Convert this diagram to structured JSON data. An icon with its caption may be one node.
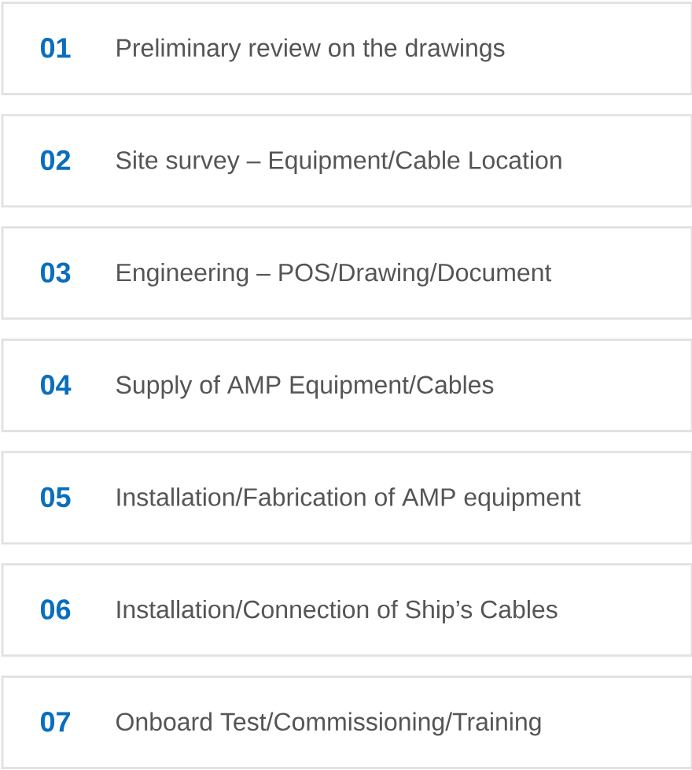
{
  "diagram": {
    "nodes": [
      {
        "text": [
          "01",
          "Preliminary review on the drawings"
        ]
      },
      {
        "text": [
          "02",
          "Site survey – Equipment/Cable Location"
        ]
      },
      {
        "text": [
          "03",
          "Engineering – POS/Drawing/Document"
        ]
      },
      {
        "text": [
          "04",
          "Supply of AMP Equipment/Cables"
        ]
      },
      {
        "text": [
          "05",
          "Installation/Fabrication of AMP equipment"
        ]
      },
      {
        "text": [
          "06",
          "Installation/Connection of Ship’s Cables"
        ]
      },
      {
        "text": [
          "07",
          "Onboard Test/Commissioning/Training"
        ]
      }
    ]
  }
}
